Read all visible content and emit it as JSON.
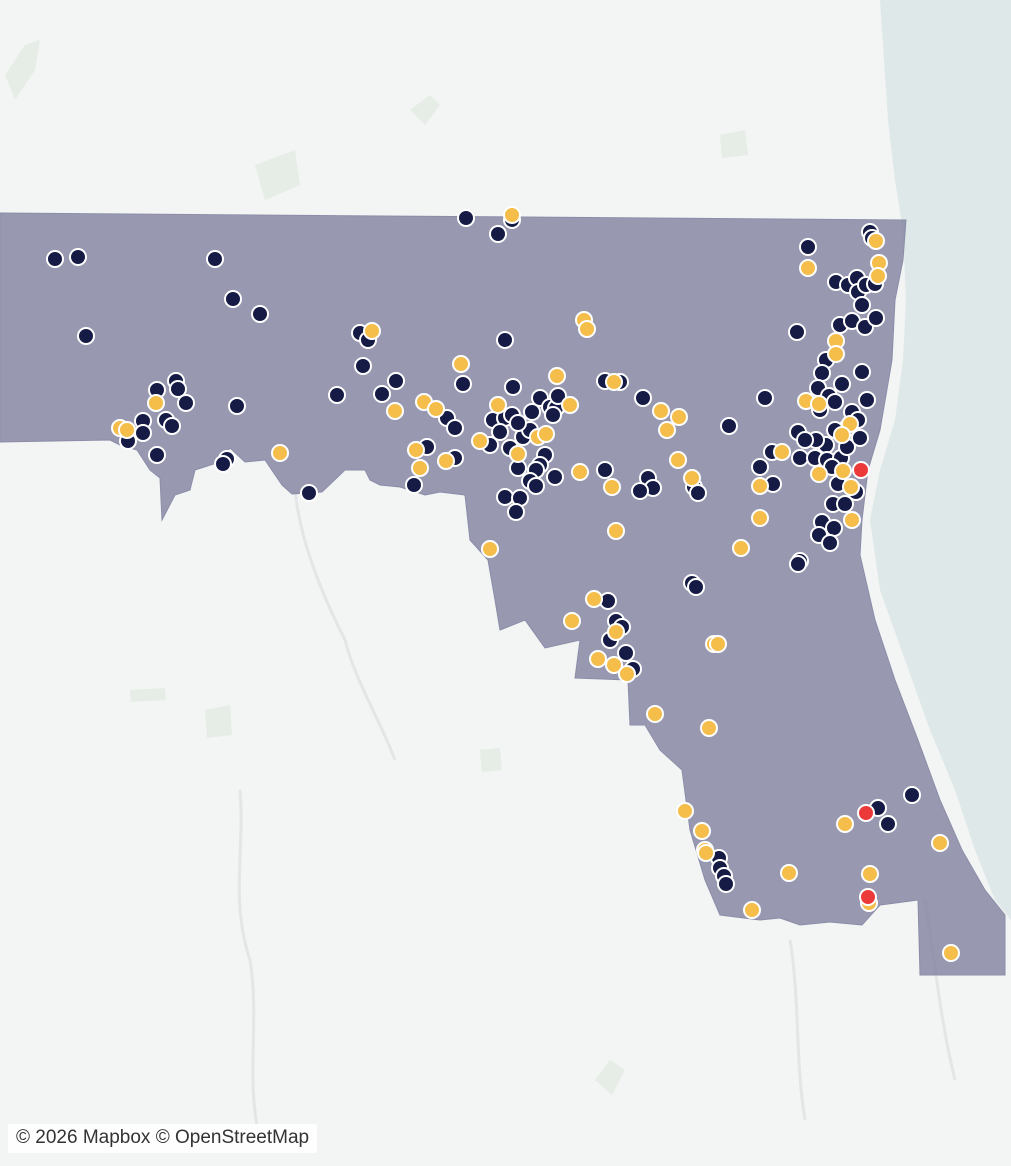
{
  "map": {
    "colors": {
      "land": "#f3f4f4",
      "water": "#dfe8e8",
      "greenspace": "#e6ede6",
      "region_fill": "#7d7f9e",
      "marker_dark": "#151b45",
      "marker_yellow": "#f5bd4a",
      "marker_red": "#ec3a3a",
      "marker_stroke": "#ffffff"
    },
    "attribution": "© 2026 Mapbox © OpenStreetMap",
    "marker_categories": [
      {
        "key": "dark",
        "icon": "navy-circle-marker"
      },
      {
        "key": "yellow",
        "icon": "yellow-circle-marker"
      },
      {
        "key": "red",
        "icon": "red-circle-marker"
      }
    ]
  }
}
